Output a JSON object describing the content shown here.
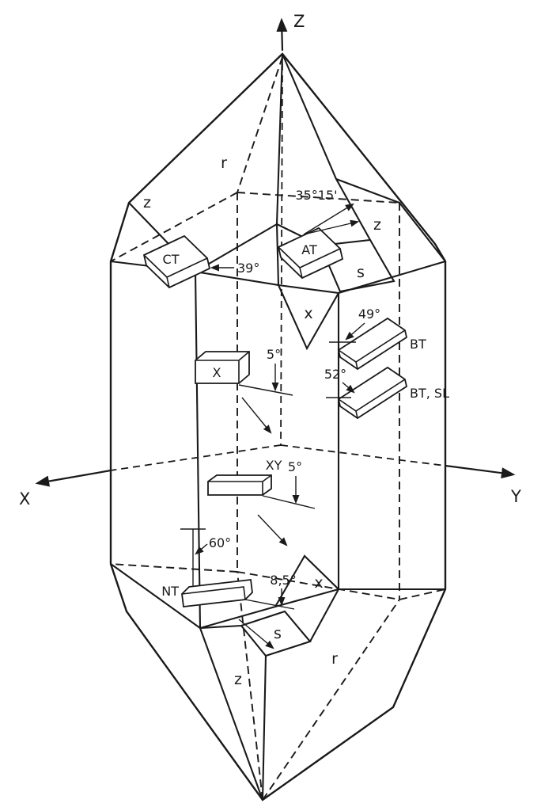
{
  "figure": {
    "kind": "quartz crystal cut-orientation diagram"
  },
  "axes": {
    "z": "Z",
    "x": "X",
    "y": "Y"
  },
  "faces": {
    "r_top": "r",
    "z_top_left": "z",
    "z_top_right": "z",
    "s_top": "s",
    "x_top": "x",
    "x_bottom": "x",
    "s_bottom": "s",
    "r_bottom": "r",
    "z_bottom": "z"
  },
  "cuts": {
    "ct": "CT",
    "at": "AT",
    "bt": "BT",
    "bt_sl": "BT, SL",
    "x": "X",
    "xy": "XY",
    "nt": "NT"
  },
  "angles": {
    "ct_azimuth": "39°",
    "at_tilt": "35°15'",
    "bt_tilt": "49°",
    "bt_sl_tilt": "52°",
    "x_tilt": "5°",
    "xy_tilt": "5°",
    "nt_azimuth": "60°",
    "nt_tilt": "8,5°"
  },
  "colors": {
    "ink": "#1a1a1a",
    "background": "#ffffff"
  }
}
